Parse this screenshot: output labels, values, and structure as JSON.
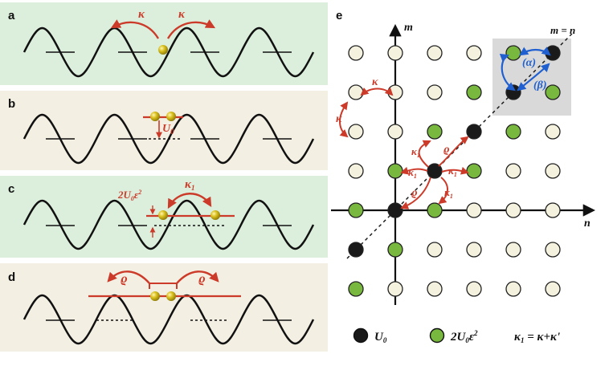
{
  "panels": {
    "a": {
      "label": "a",
      "kappa_left": "κ",
      "kappa_right": "κ"
    },
    "b": {
      "label": "b",
      "u0": "U",
      "u0_sub": "0"
    },
    "c": {
      "label": "c",
      "energy_a": "2U",
      "energy_sub": "0",
      "energy_b": "ε",
      "energy_sup": "2",
      "kappa1": "κ",
      "kappa1_sub": "1"
    },
    "d": {
      "label": "d",
      "rho_left": "ϱ",
      "rho_right": "ϱ"
    }
  },
  "lattice": {
    "label": "e",
    "axis_m": "m",
    "axis_n": "n",
    "diag_label": "m = n",
    "kappa_a": "κ",
    "kappa_b": "κ",
    "k1_a": "κ",
    "k1_a_sub": "1",
    "k1_b": "κ",
    "k1_b_sub": "1",
    "k1_c": "κ",
    "k1_c_sub": "1",
    "k1_d": "κ",
    "k1_d_sub": "1",
    "rho_a": "ϱ",
    "rho_b": "ϱ",
    "alpha": "(α)",
    "beta": "(β)",
    "legend": {
      "u0": "U",
      "u0_sub": "0",
      "green_a": "2U",
      "green_sub": "0",
      "green_b": "ε",
      "green_sup": "2",
      "k1_lhs": "κ",
      "k1_lhs_sub": "1",
      "k1_rhs": " = κ+κ'"
    },
    "colors": {
      "black": "#1a1a1a",
      "green": "#79b83e",
      "cream": "#f4f2df",
      "arrow_red": "#cc3b2a",
      "arrow_blue": "#1f5fd0"
    }
  }
}
